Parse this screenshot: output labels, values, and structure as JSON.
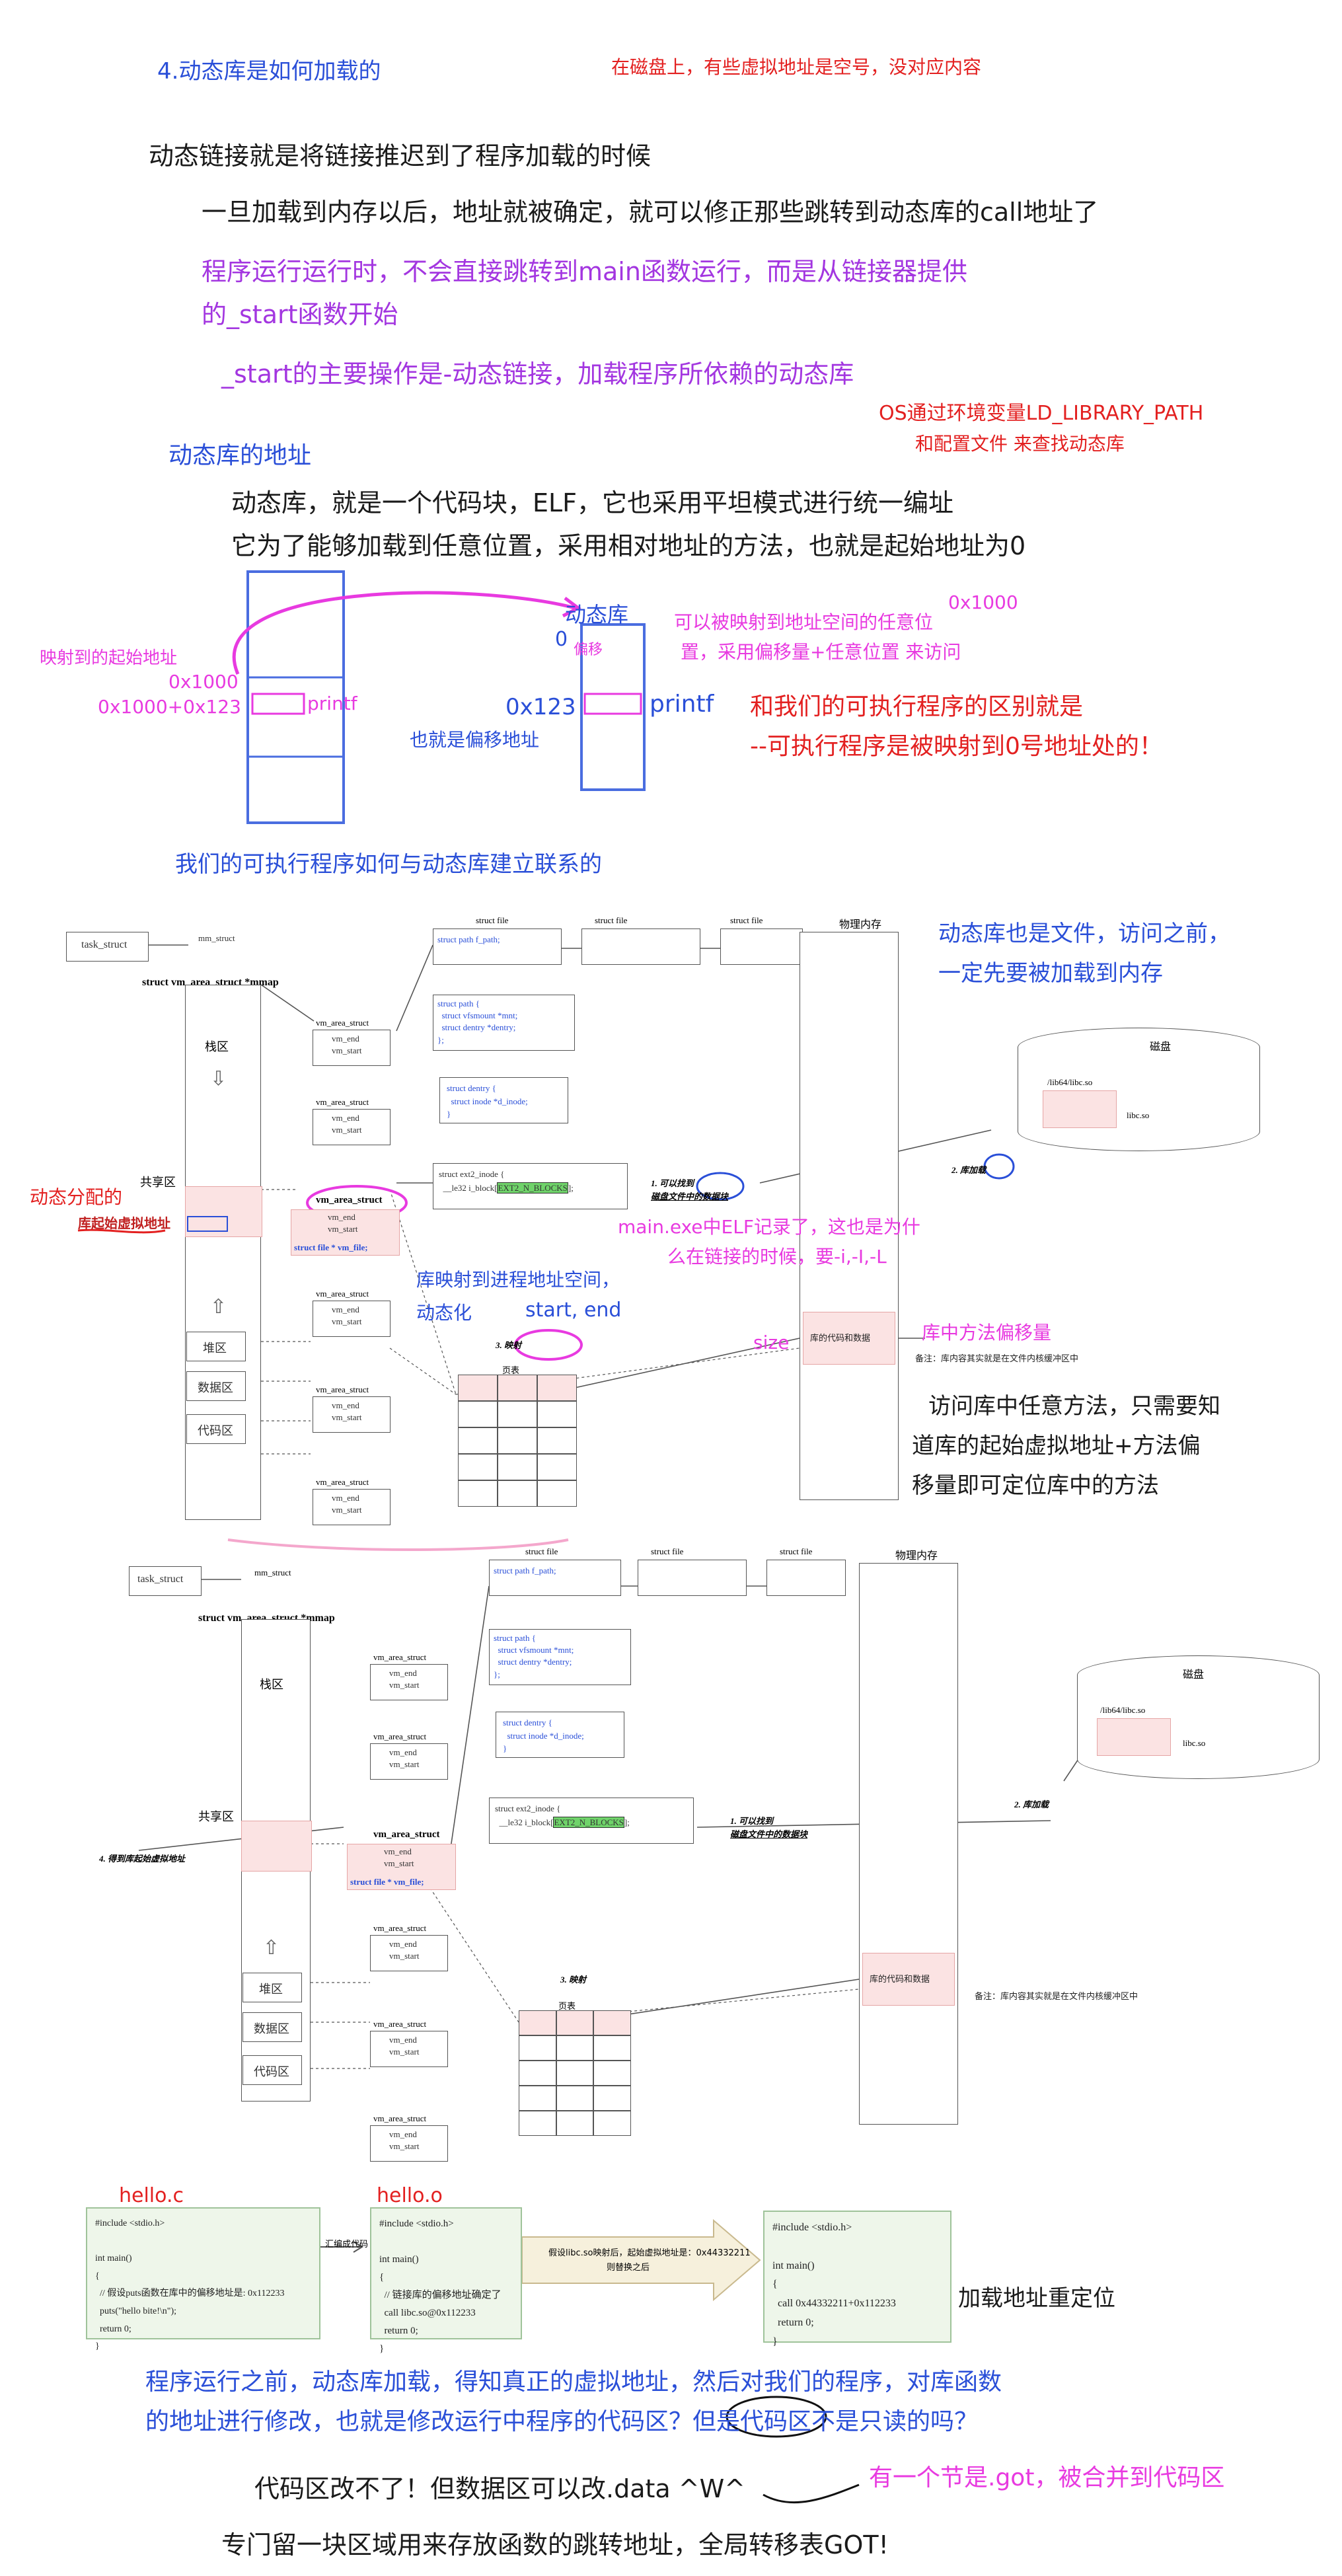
{
  "header": {
    "title": "4.动态库是如何加载的",
    "side_note": "在磁盘上，有些虚拟地址是空号，没对应内容"
  },
  "lines": {
    "l1": "动态链接就是将链接推迟到了程序加载的时候",
    "l2": "一旦加载到内存以后，地址就被确定，就可以修正那些跳转到动态库的call地址了",
    "l3a": "程序运行运行时，不会直接跳转到main函数运行，而是从链接器提供",
    "l3b": "的_start函数开始",
    "l4": "_start的主要操作是-动态链接，加载程序所依赖的动态库",
    "l5a": "OS通过环境变量LD_LIBRARY_PATH",
    "l5b": "和配置文件 来查找动态库",
    "sec2": "动态库的地址",
    "l6": "动态库，就是一个代码块，ELF，它也采用平坦模式进行统一编址",
    "l7": "它为了能够加载到任意位置，采用相对地址的方法，也就是起始地址为0"
  },
  "addr_diagram": {
    "map_to_start": "映射到的起始地址",
    "a1000": "0x1000",
    "a1123": "0x1000+0x123",
    "printf_left": "printf",
    "dynlib_label": "动态库",
    "zero": "0",
    "offset": "偏移",
    "ox1000": "0x1000",
    "note_a": "可以被映射到地址空间的任意位",
    "note_b": "置，采用偏移量+任意位置 来访问",
    "a123": "0x123",
    "printf_right": "printf",
    "offset_addr": "也就是偏移地址",
    "diff_a": "和我们的可执行程序的区别就是",
    "diff_b": "--可执行程序是被映射到0号地址处的！"
  },
  "sec3": "我们的可执行程序如何与动态库建立联系的",
  "diagram1": {
    "task_struct": "task_struct",
    "mm_struct": "mm_struct",
    "vm_area_ptr": "struct vm_area_struct *mmap",
    "stack": "栈区",
    "shared": "共享区",
    "heap": "堆区",
    "data": "数据区",
    "code": "代码区",
    "vas": "vm_area_struct",
    "vm_end": "vm_end",
    "vm_start": "vm_start",
    "vas_bold": "vm_area_struct",
    "struct_file_ptr": "struct file * vm_file;",
    "struct_file": "struct file",
    "f_path": "struct path f_path;",
    "path_box": "struct path {\n  struct vfsmount *mnt;\n  struct dentry *dentry;\n};",
    "dentry_box": "struct dentry {\n  struct inode *d_inode;\n}",
    "inode_box_a": "struct ext2_inode {",
    "inode_box_b": "__le32  i_block[",
    "inode_box_hl": "EXT2_N_BLOCKS",
    "inode_box_c": "];",
    "find_a": "1. 可以找到",
    "find_b": "磁盘文件中的数据块",
    "phys_mem": "物理内存",
    "lib_code": "库的代码和数据",
    "note_lib": "备注：库内容其实就是在文件内核缓冲区中",
    "disk": "磁盘",
    "libpath": "/lib64/libc.so",
    "libc": "libc.so",
    "load": "2. 库加载",
    "map": "3. 映射",
    "page_table": "页表",
    "ann_dyn": "动态分配的",
    "ann_libstart": "库起始虚拟地址",
    "ann_file_a": "动态库也是文件，访问之前，",
    "ann_file_b": "一定先要被加载到内存",
    "ann_elf_a": "main.exe中ELF记录了，这也是为什",
    "ann_elf_b": "么在链接的时候，要-i,-I,-L",
    "ann_map_a": "库映射到进程地址空间，",
    "ann_map_b": "动态化",
    "ann_startend": "start, end",
    "ann_size": "size",
    "ann_offset": "库中方法偏移量",
    "ann_access_a": "访问库中任意方法，只需要知",
    "ann_access_b": "道库的起始虚拟地址+方法偏",
    "ann_access_c": "移量即可定位库中的方法"
  },
  "diagram2": {
    "get_start": "4. 得到库起始虚拟地址",
    "hello_c": "hello.c",
    "hello_o": "hello.o",
    "code1": "#include <stdio.h>\n\nint main()\n{\n  // 假设puts函数在库中的偏移地址是: 0x112233\n  puts(\"hello bite!\\n\");\n  return 0;\n}",
    "code2_a": "#include <stdio.h>\n\nint main()\n{\n  // 链接库的偏移地址确定了\n  call libc.so@0x112233\n  return 0;\n}",
    "compile": "汇编成代码",
    "arrow_text_a": "假设libc.so映射后，起始虚拟地址是：0x44332211",
    "arrow_text_b": "则替换之后",
    "code3": "#include <stdio.h>\n\nint main()\n{\n  call 0x44332211+0x112233\n  return 0;\n}",
    "reloc": "加载地址重定位"
  },
  "footer": {
    "f1": "程序运行之前，动态库加载，得知真正的虚拟地址，然后对我们的程序，对库函数",
    "f2": "的地址进行修改，也就是修改运行中程序的代码区？但是代码区不是只读的吗？",
    "f3": "代码区改不了！但数据区可以改.data ^W^",
    "f3b": "有一个节是.got，被合并到代码区",
    "f4": "专门留一块区域用来存放函数的跳转地址，全局转移表GOT!"
  }
}
